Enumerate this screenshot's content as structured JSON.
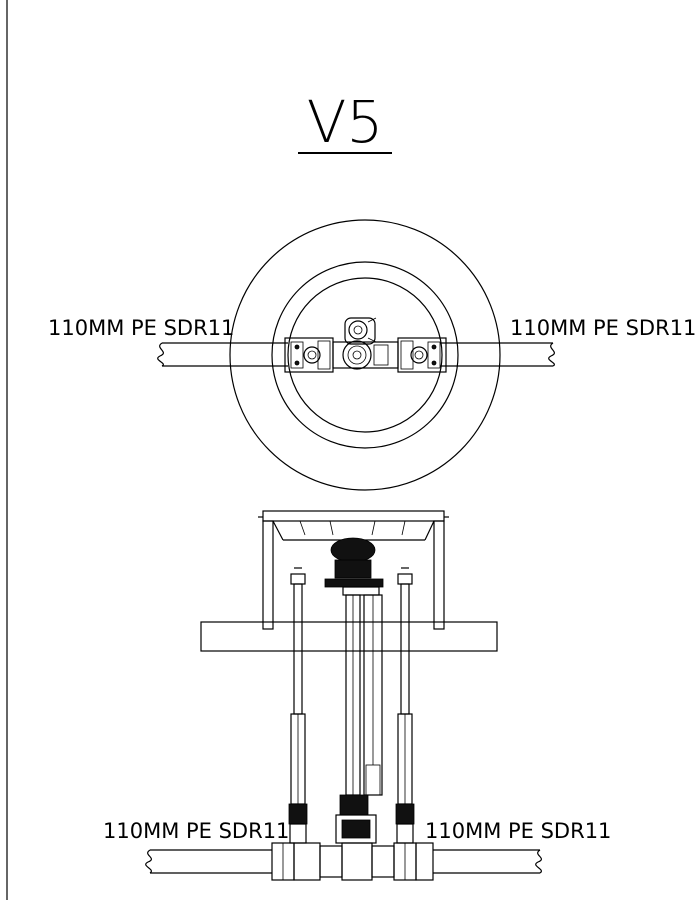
{
  "drawing": {
    "title": "V5",
    "plan_view": {
      "left_pipe_label": "110MM PE SDR11",
      "right_pipe_label": "110MM PE SDR11"
    },
    "section_view": {
      "left_pipe_label": "110MM PE SDR11",
      "right_pipe_label": "110MM PE SDR11"
    }
  }
}
